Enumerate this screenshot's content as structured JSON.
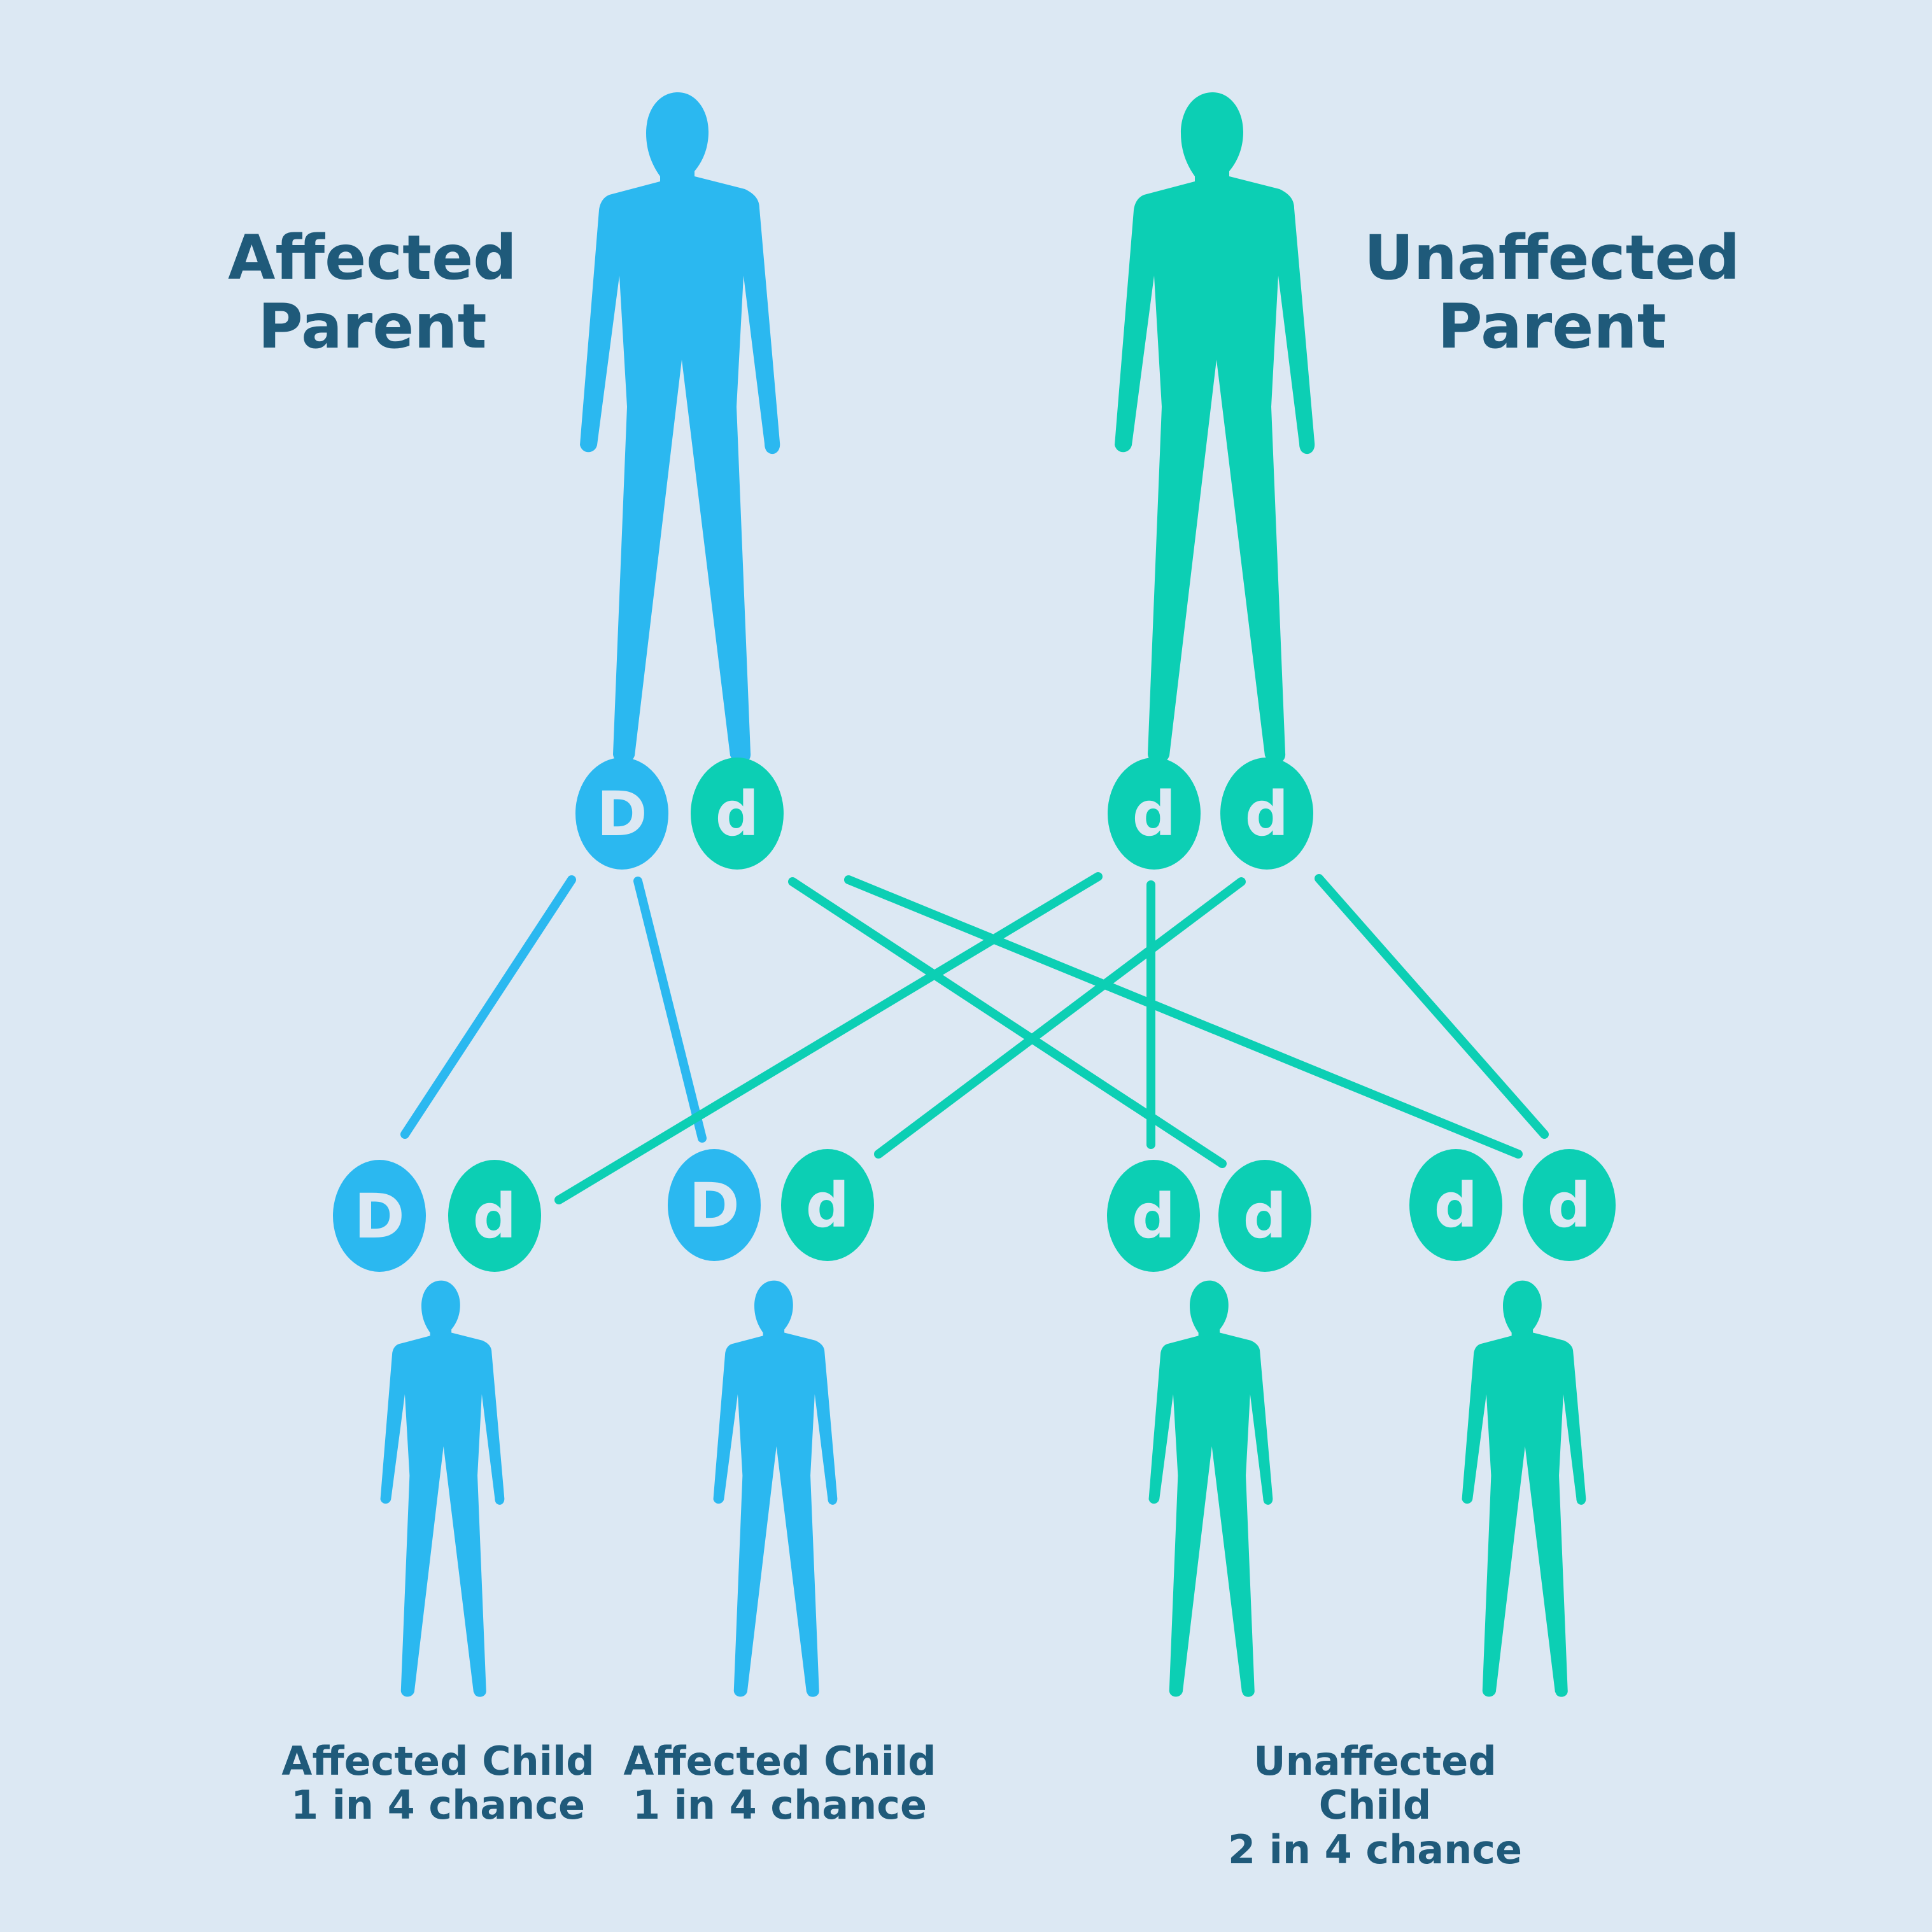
{
  "colors": {
    "background": "#dce8f3",
    "affected": "#2bb8f0",
    "unaffected": "#0ccfb4",
    "text": "#1f5a7a",
    "letter": "#dce8f3"
  },
  "parents": [
    {
      "id": "affected-parent",
      "label_line1": "Affected",
      "label_line2": "Parent",
      "alleles": [
        "D",
        "d"
      ],
      "status": "affected"
    },
    {
      "id": "unaffected-parent",
      "label_line1": "Unaffected",
      "label_line2": "Parent",
      "alleles": [
        "d",
        "d"
      ],
      "status": "unaffected"
    }
  ],
  "children": [
    {
      "id": "child-1",
      "alleles": [
        "D",
        "d"
      ],
      "status": "affected"
    },
    {
      "id": "child-2",
      "alleles": [
        "D",
        "d"
      ],
      "status": "affected"
    },
    {
      "id": "child-3",
      "alleles": [
        "d",
        "d"
      ],
      "status": "unaffected"
    },
    {
      "id": "child-4",
      "alleles": [
        "d",
        "d"
      ],
      "status": "unaffected"
    }
  ],
  "child_labels": [
    {
      "title": "Affected Child",
      "chance": "1 in 4 chance"
    },
    {
      "title": "Affected Child",
      "chance": "1 in 4 chance"
    },
    {
      "title": "Unaffected Child",
      "chance": "2 in 4 chance"
    }
  ]
}
